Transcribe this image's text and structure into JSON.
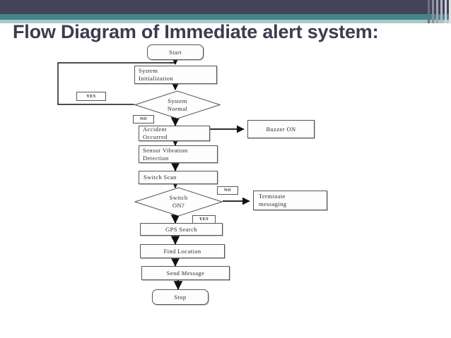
{
  "slide": {
    "title": "Flow Diagram of Immediate alert system:",
    "title_color": "#3b3c50",
    "band_dark_color": "#434457",
    "band_teal_color": "#43868a",
    "band_light_teal_color": "#a9c9c9",
    "background_color": "#ffffff"
  },
  "diagram": {
    "type": "flowchart",
    "nodes": {
      "start": "Start",
      "system_initialization": "System\nInitialization",
      "system_normal": {
        "line1": "System",
        "line2": "Normal"
      },
      "accident_occurred": "Accident\nOccurred",
      "buzzer_on": "Buzzer ON",
      "sensor_vibration_detection": "Sensor Vibration\nDetection",
      "switch_scan": "Switch Scan",
      "switch_on": {
        "line1": "Switch",
        "line2": "ON?"
      },
      "terminate_messaging": "Terminate\nmessaging",
      "gps_search": "GPS Search",
      "find_location": "Find Location",
      "send_message": "Send Message",
      "stop": "Stop"
    },
    "node_lines": {
      "system_initialization_1": "System",
      "system_initialization_2": "Initialization",
      "accident_occurred_1": "Accident",
      "accident_occurred_2": "Occurred",
      "sensor_vibration_1": "Sensor Vibration",
      "sensor_vibration_2": "Detection",
      "terminate_1": "Terminate",
      "terminate_2": "messaging"
    },
    "edge_labels": {
      "system_normal_yes": "YES",
      "system_normal_no": "NO",
      "switch_on_no": "NO",
      "switch_on_yes": "YES"
    }
  }
}
